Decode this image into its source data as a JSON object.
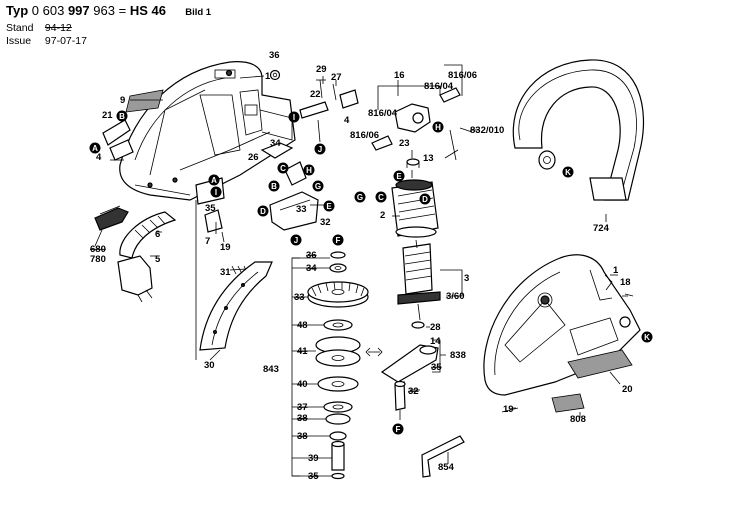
{
  "header": {
    "typ_label": "Typ",
    "typ_number_pre": "0 603",
    "typ_number_bold": "997",
    "typ_number_post": "963",
    "equals": "=",
    "model": "HS 46",
    "bild": "Bild 1",
    "stand_label": "Stand",
    "stand_value": "94-12",
    "issue_label": "Issue",
    "issue_value": "97-07-17"
  },
  "part_labels": [
    "36",
    "29",
    "27",
    "1",
    "9",
    "16",
    "816/06",
    "816/04",
    "22",
    "816/04",
    "21",
    "4",
    "816/06",
    "832/010",
    "13",
    "23",
    "34",
    "26",
    "4",
    "35",
    "33",
    "32",
    "7",
    "19",
    "680",
    "780",
    "6",
    "5",
    "2",
    "31",
    "36",
    "34",
    "3",
    "3/60",
    "33",
    "48",
    "28",
    "14",
    "838",
    "41",
    "35",
    "843",
    "40",
    "37",
    "32",
    "38",
    "38",
    "39",
    "35",
    "30",
    "724",
    "1",
    "18",
    "20",
    "19",
    "808",
    "854"
  ],
  "callouts": [
    "A",
    "B",
    "I",
    "C",
    "D",
    "E",
    "F",
    "G",
    "H",
    "J",
    "K"
  ]
}
